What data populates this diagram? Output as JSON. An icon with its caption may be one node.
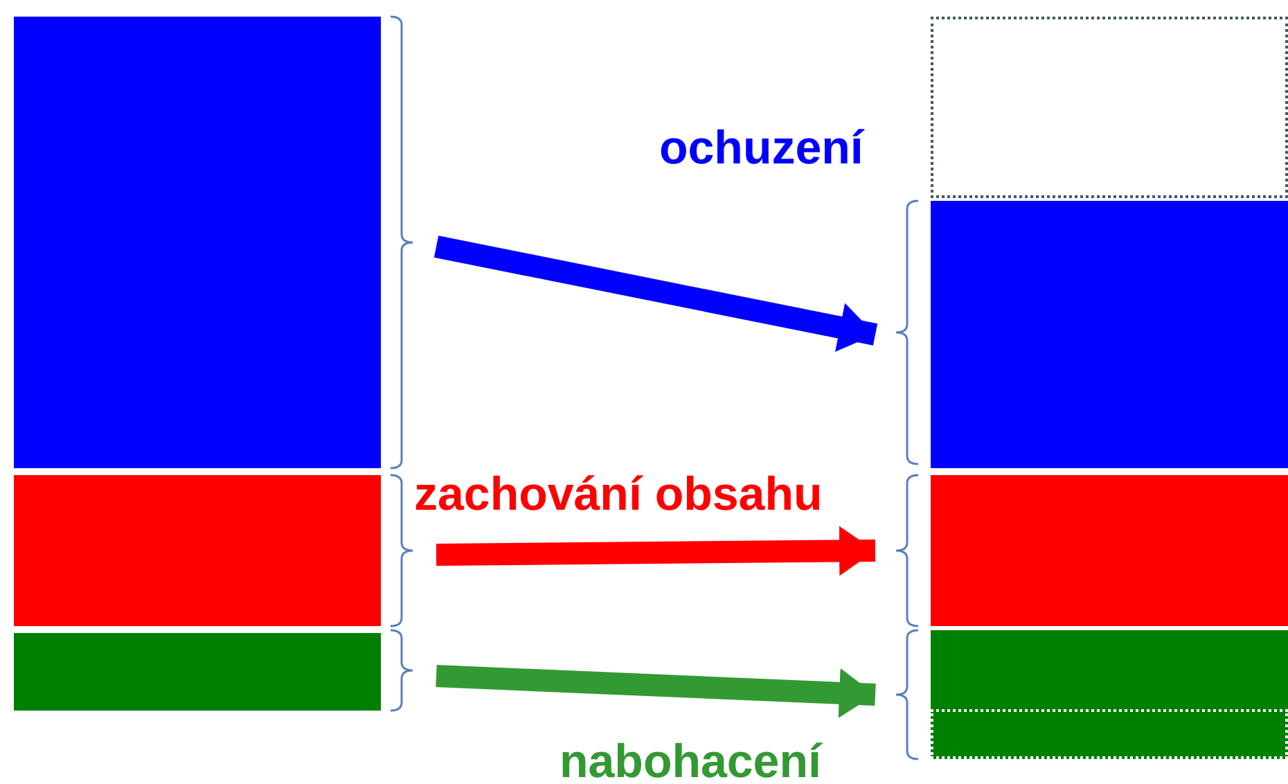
{
  "diagram": {
    "nodes": [
      {
        "text": [],
        "shape": "bar"
      },
      {
        "text": [],
        "shape": "bar"
      },
      {
        "text": [],
        "shape": "bar"
      },
      {
        "text": [],
        "shape": "box"
      },
      {
        "text": [],
        "shape": "bar"
      },
      {
        "text": [],
        "shape": "bar"
      },
      {
        "text": [],
        "shape": "bar"
      },
      {
        "text": [],
        "shape": "box",
        "in": 6
      }
    ],
    "edges": [
      {
        "from": 0,
        "to": 4,
        "arrow": "to",
        "label": "ochuzení",
        "color": "#0000ff"
      },
      {
        "from": 1,
        "to": 5,
        "arrow": "to",
        "label": "zachování obsahu",
        "color": "#ff0000"
      },
      {
        "from": 2,
        "to": 6,
        "arrow": "to",
        "label": "nabohacení",
        "color": "#339933"
      }
    ]
  }
}
